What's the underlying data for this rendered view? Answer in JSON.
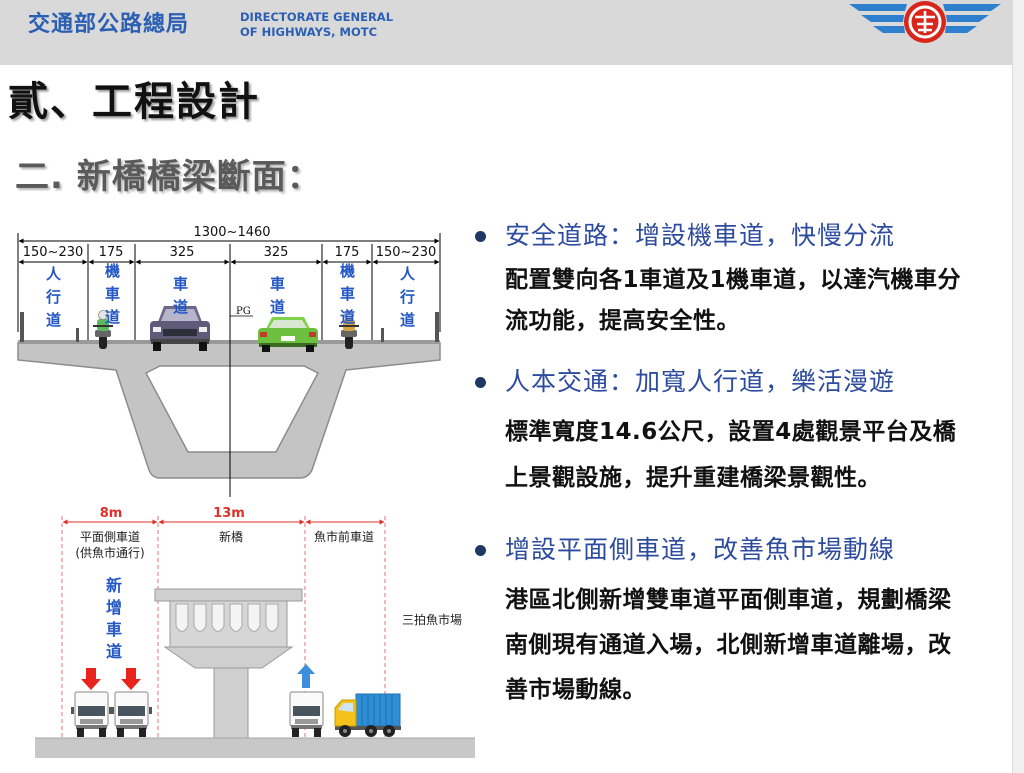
{
  "header": {
    "org_name_zh": "交通部公路總局",
    "org_name_en_line1": "DIRECTORATE GENERAL",
    "org_name_en_line2": "OF HIGHWAYS, MOTC",
    "logo_icon": "highway-bureau-winged-emblem-icon"
  },
  "slide": {
    "title": "貳、工程設計",
    "subtitle": "二. 新橋橋梁斷面："
  },
  "cross_section": {
    "overall_width": "1300~1460",
    "segment_widths": [
      "150~230",
      "175",
      "325",
      "325",
      "175",
      "150~230"
    ],
    "lane_labels": [
      "人行道",
      "機車道",
      "車道",
      "車道",
      "機車道",
      "人行道"
    ],
    "centerline_label": "PG",
    "vehicle_icons": [
      "motorcycle-icon",
      "car-icon",
      "car-icon",
      "motorcycle-icon"
    ]
  },
  "site_section": {
    "dimensions": [
      "8m",
      "13m"
    ],
    "side_road_label": "平面側車道",
    "side_road_note": "(供魚市通行)",
    "new_bridge_label": "新橋",
    "market_front_road_label": "魚市前車道",
    "new_lane_label": "新增車道",
    "market_label": "三拍魚市場",
    "icons": [
      "truck-icon",
      "arrow-down-icon",
      "truck-icon",
      "arrow-down-icon",
      "truck-icon",
      "arrow-up-icon",
      "cargo-truck-icon"
    ]
  },
  "bullets": [
    {
      "heading": "安全道路：增設機車道，快慢分流",
      "lines": [
        "配置雙向各1車道及1機車道，以達汽機車分",
        "流功能，提高安全性。"
      ]
    },
    {
      "heading": "人本交通：加寬人行道，樂活漫遊",
      "lines": [
        "標準寬度14.6公尺，設置4處觀景平台及橋",
        "上景觀設施，提升重建橋梁景觀性。"
      ]
    },
    {
      "heading": "增設平面側車道，改善魚市場動線",
      "lines": [
        "港區北側新增雙車道平面側車道，規劃橋梁",
        "南側現有通道入場，北側新增車道離場，改",
        "善市場動線。"
      ]
    }
  ],
  "colors": {
    "header_bg": "#d9d9d9",
    "brand_blue": "#2b5fb4",
    "heading_blue": "#2e4c9f",
    "bullet_dot": "#1f3864",
    "lane_blue": "#2457c5",
    "dimension_red": "#e0302a",
    "arrow_red": "#e8231b",
    "arrow_blue": "#3b8fdc",
    "concrete_gray": "#c4c4c4"
  }
}
